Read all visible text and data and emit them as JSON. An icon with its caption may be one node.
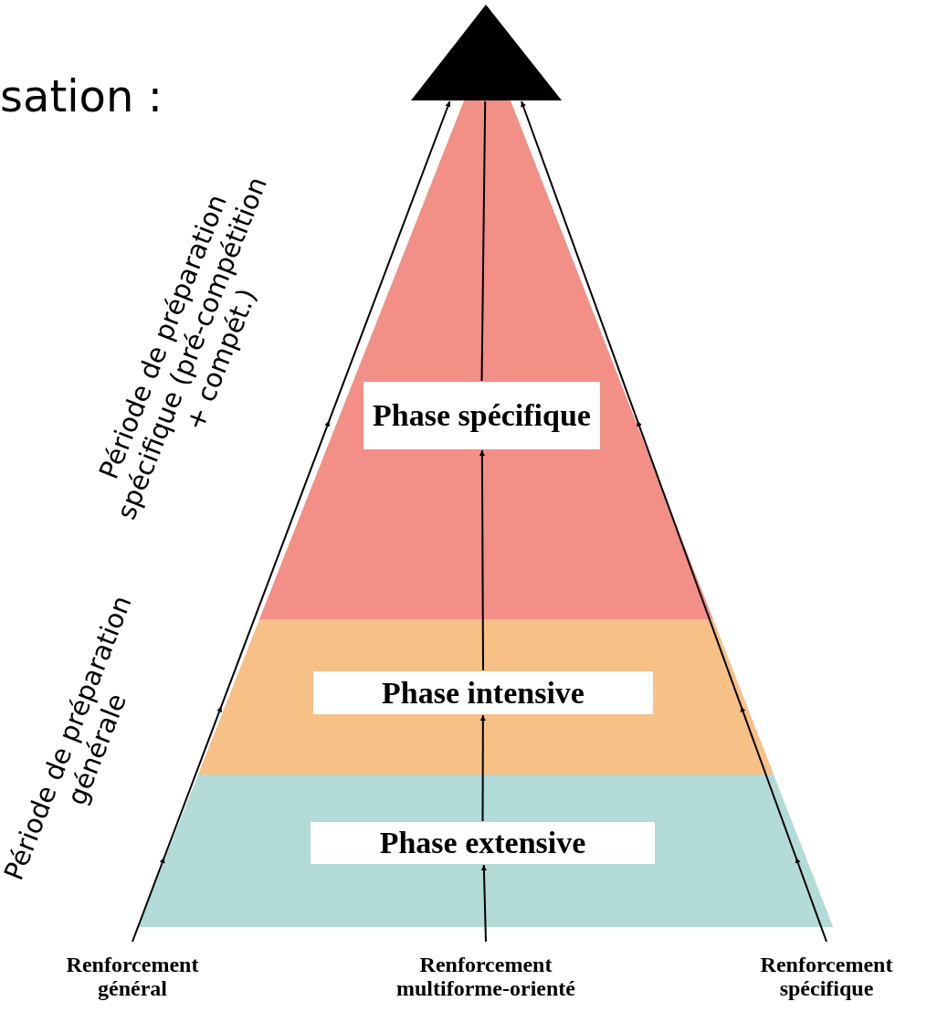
{
  "diagram": {
    "nodes": [
      {
        "text": [],
        "shape": "triangle"
      },
      {
        "text": [],
        "shape": "band"
      },
      {
        "text": [
          "Phase spécifique"
        ],
        "in": 1
      },
      {
        "text": [],
        "shape": "band"
      },
      {
        "text": [
          "Phase intensive"
        ],
        "in": 3
      },
      {
        "text": [],
        "shape": "band"
      },
      {
        "text": [
          "Phase extensive"
        ],
        "in": 5
      },
      {
        "text": [
          "Renforcement général"
        ]
      },
      {
        "text": [
          "Renforcement multiforme-orienté"
        ]
      },
      {
        "text": [
          "Renforcement spécifique"
        ]
      }
    ],
    "edges": [
      {
        "from": 8,
        "to": 6,
        "arrow": "to"
      },
      {
        "from": 6,
        "to": 4,
        "arrow": "to"
      },
      {
        "from": 4,
        "to": 2,
        "arrow": "to"
      },
      {
        "from": 2,
        "to": 0,
        "arrow": "none"
      },
      {
        "from": 7,
        "to": 0,
        "arrow": "to"
      },
      {
        "from": 9,
        "to": 0,
        "arrow": "to"
      }
    ],
    "labels": [
      "sation :",
      "Période de préparation spécifique (pré-compétition + compét.)",
      "Période de préparation générale"
    ]
  }
}
